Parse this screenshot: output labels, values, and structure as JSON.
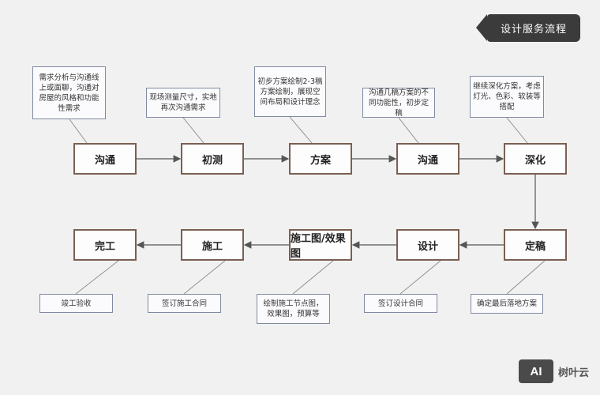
{
  "header": {
    "title": "设计服务流程"
  },
  "steps": [
    {
      "id": "s1",
      "label": "沟通"
    },
    {
      "id": "s2",
      "label": "初测"
    },
    {
      "id": "s3",
      "label": "方案"
    },
    {
      "id": "s4",
      "label": "沟通"
    },
    {
      "id": "s5",
      "label": "深化"
    },
    {
      "id": "s6",
      "label": "定稿"
    },
    {
      "id": "s7",
      "label": "设计"
    },
    {
      "id": "s8",
      "label": "施工图/效果图"
    },
    {
      "id": "s9",
      "label": "施工"
    },
    {
      "id": "s10",
      "label": "完工"
    }
  ],
  "notes": [
    {
      "id": "n1",
      "text": "需求分析与沟通线上或面聊，沟通对房屋的风格和功能性需求"
    },
    {
      "id": "n2",
      "text": "现场测量尺寸，实地再次沟通需求"
    },
    {
      "id": "n3",
      "text": "初步方案绘制2-3稿方案绘制，展现空间布局和设计理念"
    },
    {
      "id": "n4",
      "text": "沟通几稿方案的不同功能性，初步定稿"
    },
    {
      "id": "n5",
      "text": "继续深化方案，考虑灯光、色彩、软装等搭配"
    },
    {
      "id": "n6",
      "text": "确定最后落地方案"
    },
    {
      "id": "n7",
      "text": "签订设计合同"
    },
    {
      "id": "n8",
      "text": "绘制施工节点图，效果图，预算等"
    },
    {
      "id": "n9",
      "text": "签订施工合同"
    },
    {
      "id": "n10",
      "text": "竣工验收"
    }
  ],
  "watermark": {
    "logo": "AI",
    "text": "树叶云"
  },
  "colors": {
    "step_border": "#7a6052",
    "note_border": "#7f8aa0",
    "badge": "#3b3b3b",
    "arrow": "#555555"
  }
}
